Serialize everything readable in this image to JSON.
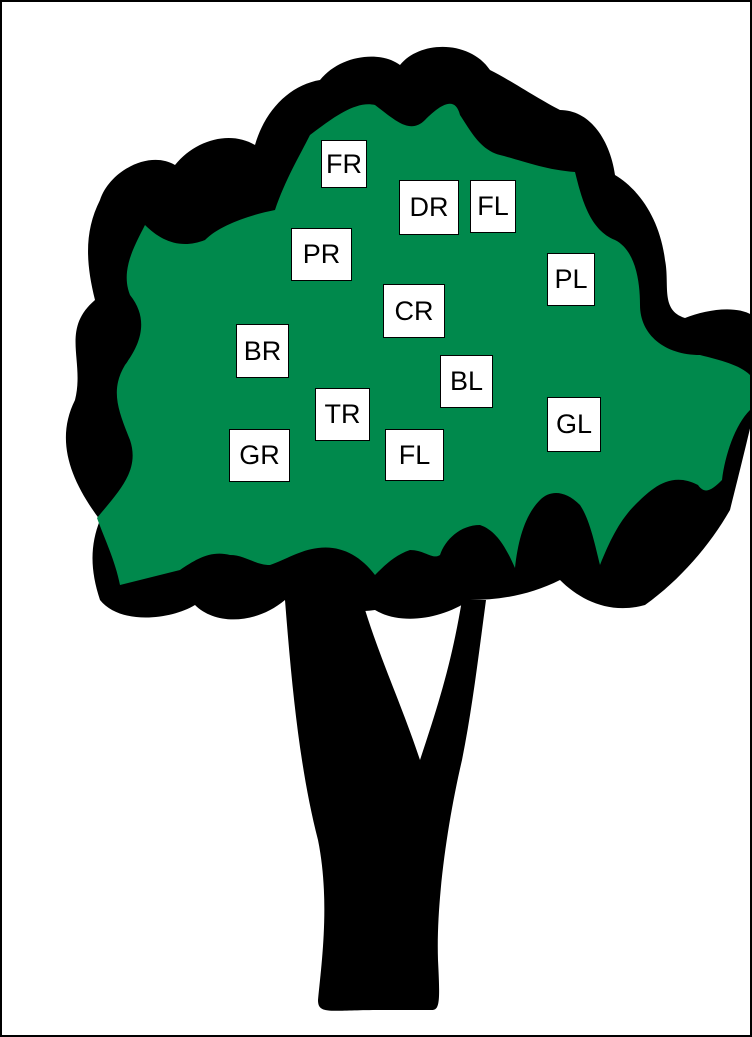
{
  "diagram": {
    "colors": {
      "canopy_fill": "#00894c",
      "outline": "#000000",
      "trunk": "#000000",
      "background": "#ffffff",
      "label_bg": "#ffffff"
    },
    "labels": [
      {
        "id": "fr",
        "text": "FR"
      },
      {
        "id": "dr",
        "text": "DR"
      },
      {
        "id": "fl-top",
        "text": "FL"
      },
      {
        "id": "pr",
        "text": "PR"
      },
      {
        "id": "pl",
        "text": "PL"
      },
      {
        "id": "cr",
        "text": "CR"
      },
      {
        "id": "br",
        "text": "BR"
      },
      {
        "id": "bl",
        "text": "BL"
      },
      {
        "id": "tr",
        "text": "TR"
      },
      {
        "id": "gl",
        "text": "GL"
      },
      {
        "id": "gr",
        "text": "GR"
      },
      {
        "id": "fl-bottom",
        "text": "FL"
      }
    ]
  }
}
